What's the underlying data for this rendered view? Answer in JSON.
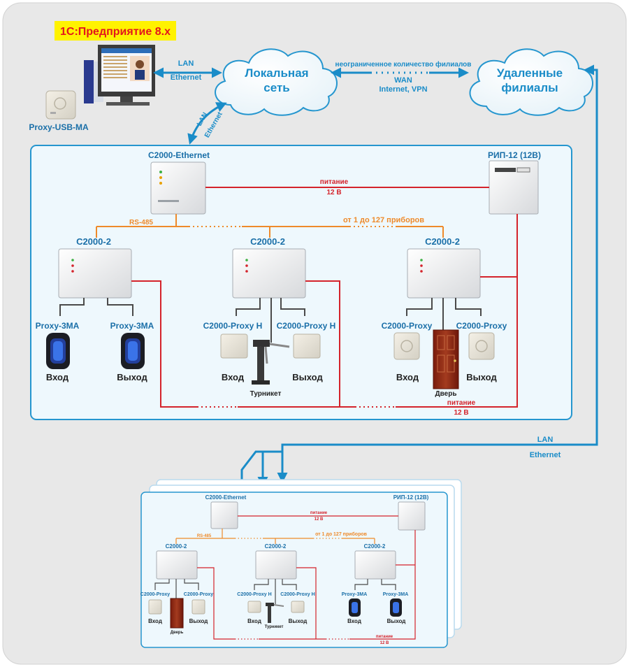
{
  "software_label": "1С:Предприятие 8.x",
  "reader_usb_label": "Proxy-USB-MA",
  "lan_link": {
    "line1": "LAN",
    "line2": "Ethernet"
  },
  "lan_link_vertical": {
    "line1": "LAN",
    "line2": "Ethernet"
  },
  "cloud_local": {
    "line1": "Локальная",
    "line2": "сеть"
  },
  "cloud_remote": {
    "line1": "Удаленные",
    "line2": "филиалы"
  },
  "wan": {
    "caption": "неограниченное количество филиалов",
    "line1": "WAN",
    "line2": "Internet, VPN"
  },
  "branch_lan": {
    "line1": "LAN",
    "line2": "Ethernet"
  },
  "main_panel": {
    "ethernet_label": "С2000-Ethernet",
    "psu_label": "РИП-12 (12В)",
    "power_top": {
      "line1": "питание",
      "line2": "12 В"
    },
    "rs485_label": "RS-485",
    "devices_count": "от 1 до 127 приборов",
    "controllers": [
      "С2000-2",
      "С2000-2",
      "С2000-2"
    ],
    "readers": [
      "Proxy-3МА",
      "Proxy-3МА",
      "С2000-Proxy H",
      "С2000-Proxy H",
      "С2000-Proxy",
      "С2000-Proxy"
    ],
    "directions": [
      "Вход",
      "Выход",
      "Вход",
      "Выход",
      "Вход",
      "Выход"
    ],
    "turnstile_label": "Турникет",
    "door_label": "Дверь",
    "power_bottom": {
      "line1": "питание",
      "line2": "12 В"
    }
  },
  "branch_panel": {
    "ethernet_label": "С2000-Ethernet",
    "psu_label": "РИП-12 (12В)",
    "power_top": {
      "line1": "питание",
      "line2": "12 В"
    },
    "rs485_label": "RS-485",
    "devices_count": "от 1 до 127 приборов",
    "controllers": [
      "С2000-2",
      "С2000-2",
      "С2000-2"
    ],
    "readers": [
      "С2000-Proxy",
      "С2000-Proxy",
      "С2000-Proxy H",
      "С2000-Proxy H",
      "Proxy-3МА",
      "Proxy-3МА"
    ],
    "directions": [
      "Вход",
      "Выход",
      "Вход",
      "Выход",
      "Вход",
      "Выход"
    ],
    "turnstile_label": "Турникет",
    "door_label": "Дверь",
    "power_bottom": {
      "line1": "питание",
      "line2": "12 В"
    }
  },
  "colors": {
    "background_panel": "#e8e8e8",
    "panel_fill": "#eef8fd",
    "panel_border": "#2596cf",
    "accent_blue": "#1a8cc8",
    "power_red": "#d4232b",
    "rs485_orange": "#ee8a2a",
    "title_yellow": "#fff200",
    "title_red": "#e3161d"
  }
}
